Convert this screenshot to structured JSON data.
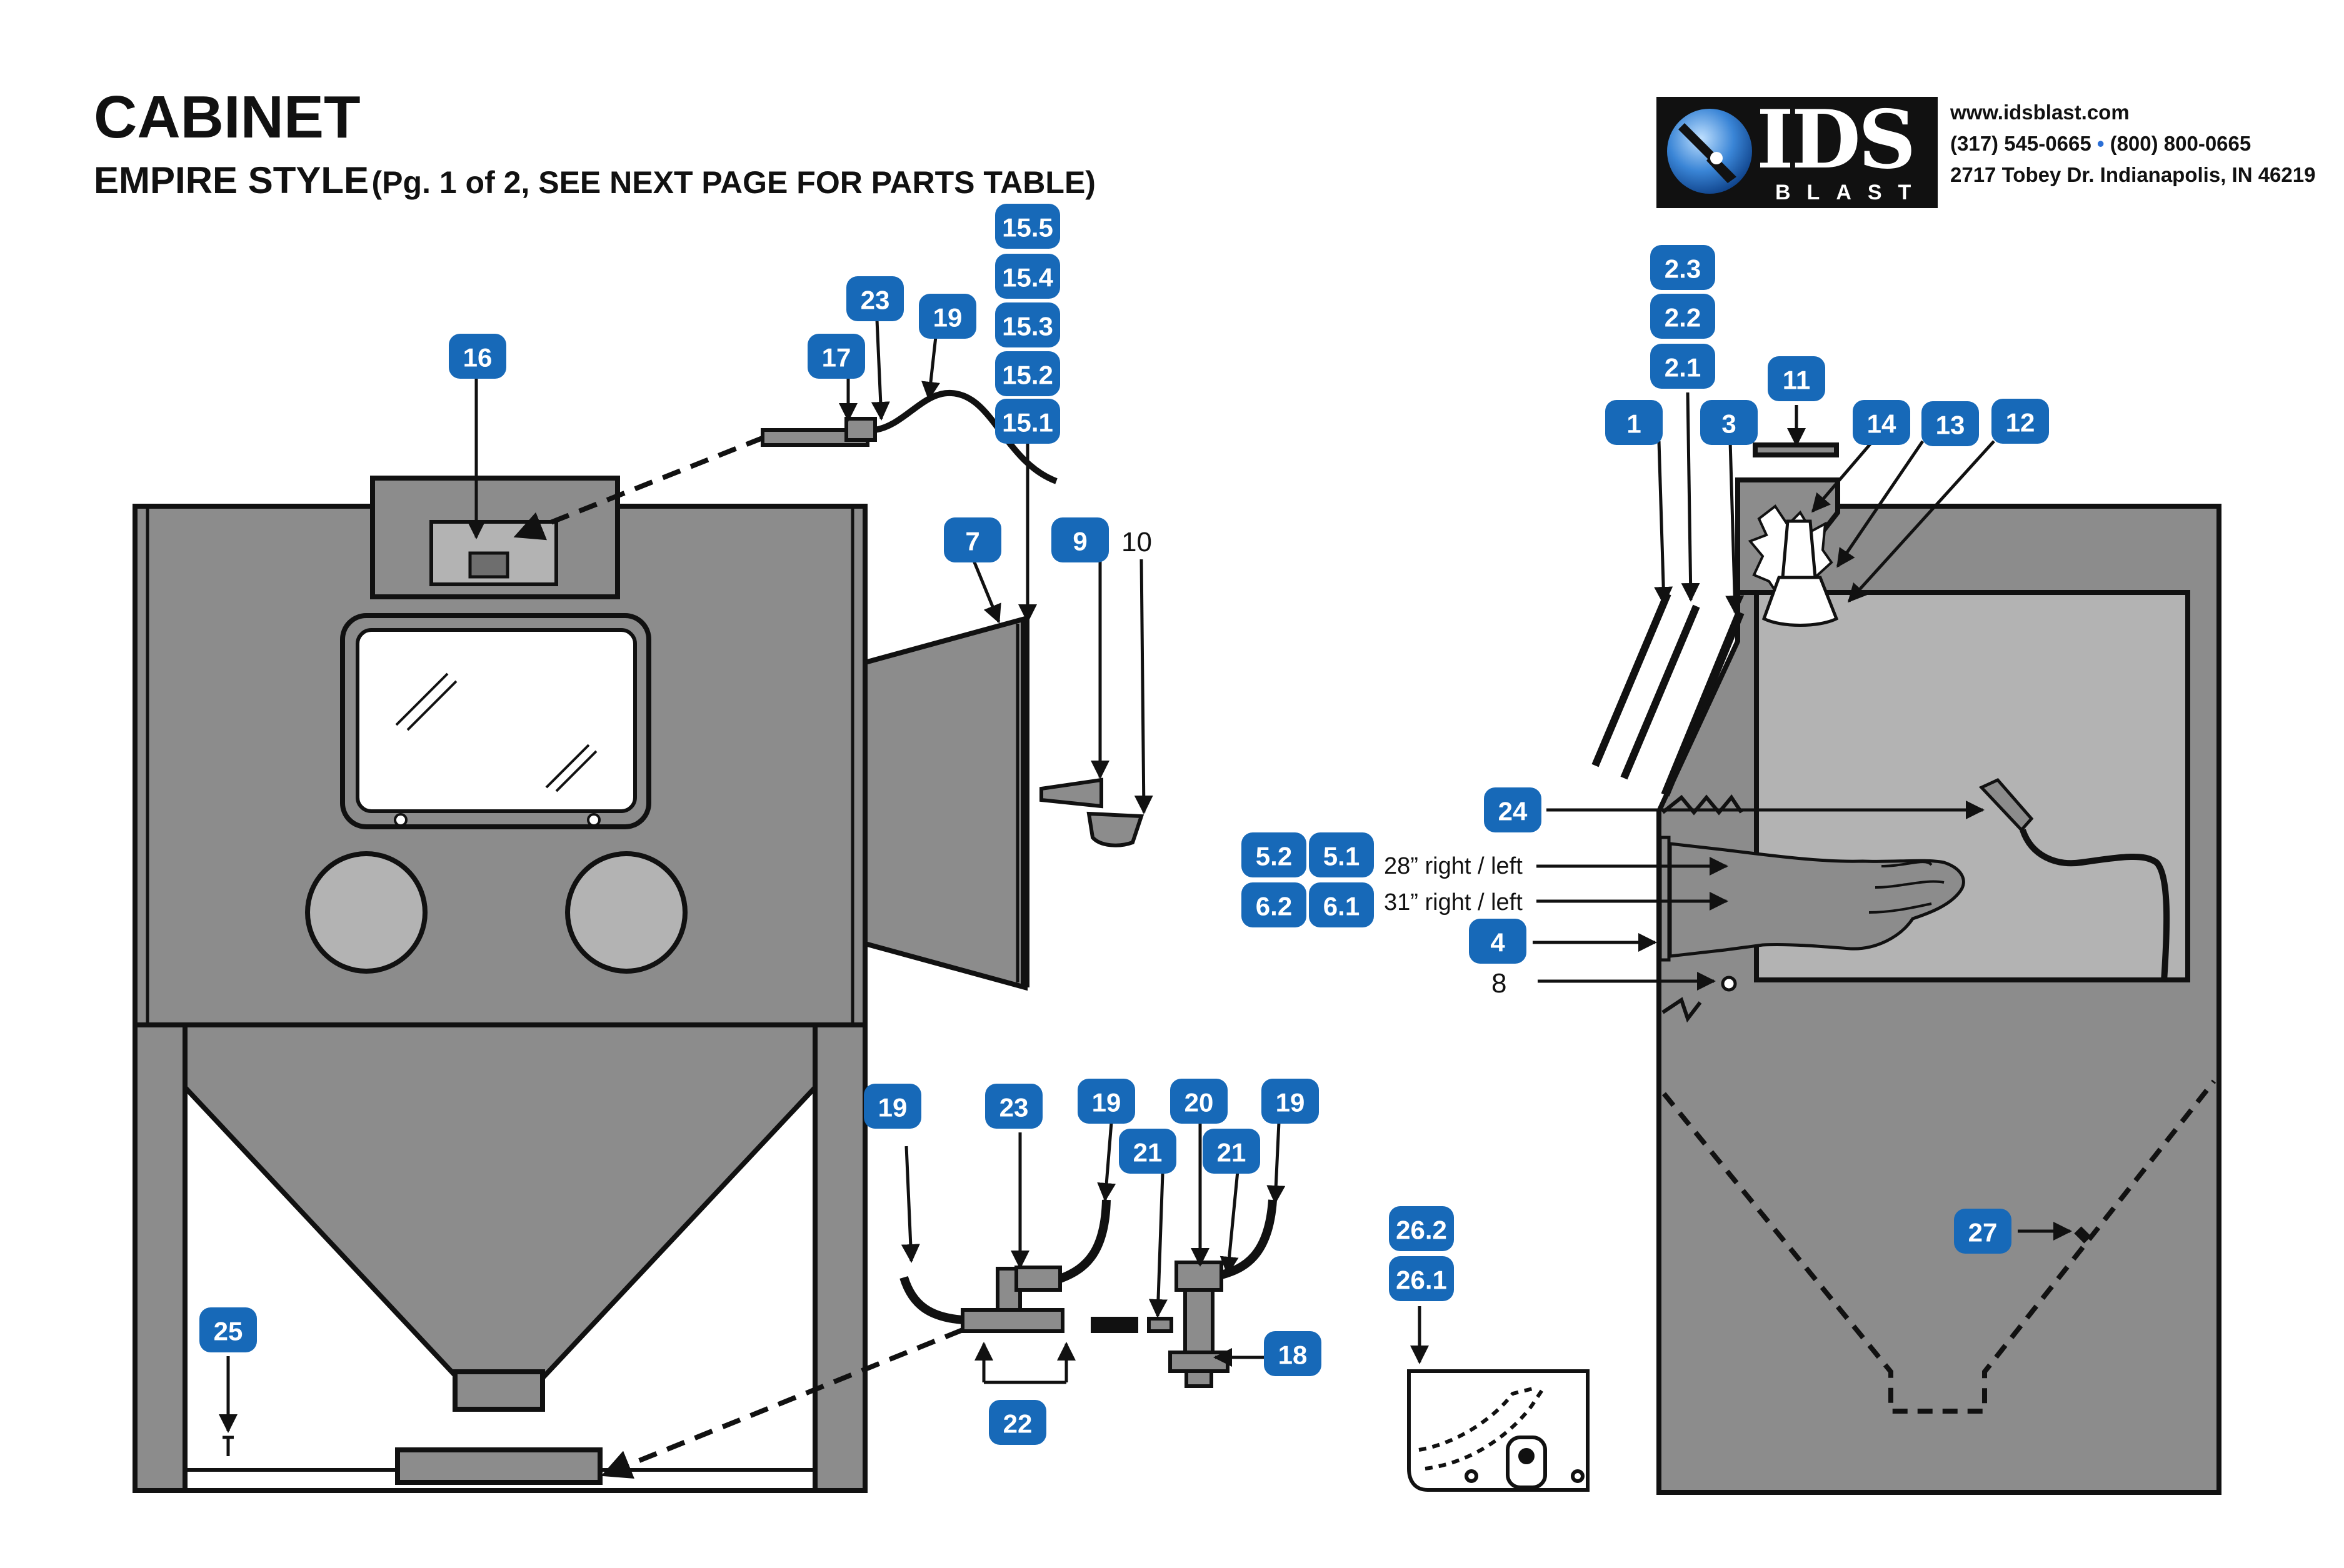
{
  "header": {
    "title": "CABINET",
    "subtitle": "EMPIRE STYLE",
    "subtitle_note": "(Pg. 1 of 2, SEE NEXT PAGE FOR PARTS TABLE)"
  },
  "company": {
    "logo_text": "IDS",
    "logo_subtext": "BLAST",
    "website": "www.idsblast.com",
    "phone_local": "(317) 545-0665",
    "phone_tollfree": "(800) 800-0665",
    "address": "2717 Tobey Dr. Indianapolis, IN 46219"
  },
  "diagram": {
    "part_callouts": [
      "15.5",
      "15.4",
      "15.3",
      "15.2",
      "15.1",
      "23",
      "19",
      "17",
      "16",
      "7",
      "9",
      "2.3",
      "2.2",
      "2.1",
      "11",
      "1",
      "3",
      "14",
      "13",
      "12",
      "24",
      "5.2",
      "5.1",
      "6.2",
      "6.1",
      "4",
      "19",
      "23",
      "19",
      "20",
      "19",
      "21",
      "21",
      "18",
      "22",
      "25",
      "26.2",
      "26.1",
      "27"
    ],
    "plain_labels": {
      "part_10": "10",
      "part_8": "8"
    },
    "glove_sizes": {
      "size_28": "28” right / left",
      "size_31": "31” right / left"
    }
  },
  "colors": {
    "callout_blue": "#1769b8",
    "cabinet_gray": "#8c8c8c",
    "interior_light_gray": "#b3b3b3",
    "outline": "#111111"
  }
}
